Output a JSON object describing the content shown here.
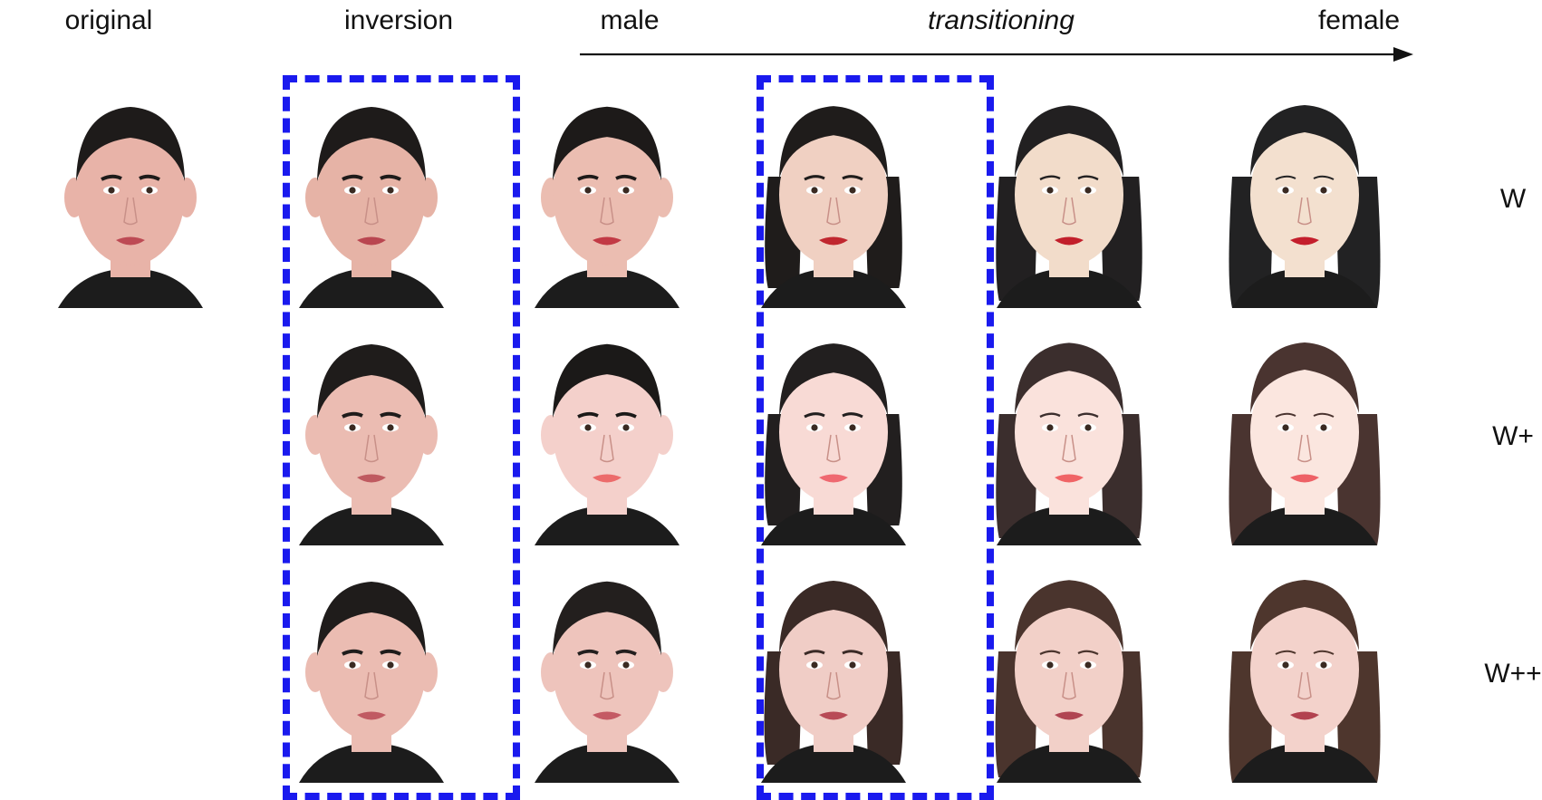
{
  "columns": [
    "original",
    "inversion",
    "male",
    "transitioning",
    "female"
  ],
  "rows": [
    "W",
    "W+",
    "W++"
  ],
  "colors": {
    "frame": "#1a1aee",
    "skin": "#e9b9ae",
    "hair": "#1c1a19",
    "lips": "#c53a45",
    "shirt": "#1c1c1c"
  },
  "grid": [
    [
      {
        "hair": "#1e1b1a",
        "long": 0.0,
        "lips": "#b94650",
        "skin": "#e6b3a6"
      },
      {
        "hair": "#1d1a19",
        "long": 0.15,
        "lips": "#c23a45",
        "skin": "#ebbdb1"
      },
      {
        "hair": "#1f1c1b",
        "long": 0.45,
        "lips": "#c0272f",
        "skin": "#f0d0c2"
      },
      {
        "hair": "#222021",
        "long": 0.8,
        "lips": "#c21f2b",
        "skin": "#f2dcca"
      },
      {
        "hair": "#222223",
        "long": 1.0,
        "lips": "#c41e2c",
        "skin": "#f3e0cf"
      }
    ],
    [
      {
        "hair": "#1f1c1b",
        "long": 0.0,
        "lips": "#bf5a60",
        "skin": "#ebbcb2"
      },
      {
        "hair": "#1b1918",
        "long": 0.15,
        "lips": "#ec6b6b",
        "skin": "#f4d0cb"
      },
      {
        "hair": "#221f1f",
        "long": 0.45,
        "lips": "#ef6870",
        "skin": "#f8dad5"
      },
      {
        "hair": "#3b2e2d",
        "long": 0.8,
        "lips": "#f06466",
        "skin": "#fae2dc"
      },
      {
        "hair": "#4a3430",
        "long": 1.0,
        "lips": "#ee6166",
        "skin": "#fbe6df"
      }
    ],
    [
      {
        "hair": "#1f1c1b",
        "long": 0.0,
        "lips": "#c05a62",
        "skin": "#ebbcb2"
      },
      {
        "hair": "#231f1e",
        "long": 0.1,
        "lips": "#c45a64",
        "skin": "#eec4bc"
      },
      {
        "hair": "#3a2a26",
        "long": 0.5,
        "lips": "#b84a56",
        "skin": "#f0cdc6"
      },
      {
        "hair": "#4a342d",
        "long": 0.85,
        "lips": "#b04552",
        "skin": "#f2d0c8"
      },
      {
        "hair": "#4e362d",
        "long": 1.0,
        "lips": "#b2424f",
        "skin": "#f3d2cb"
      }
    ]
  ],
  "original": {
    "hair": "#1e1b1a",
    "long": 0.0,
    "lips": "#bd4a54",
    "skin": "#e8b3a8"
  }
}
